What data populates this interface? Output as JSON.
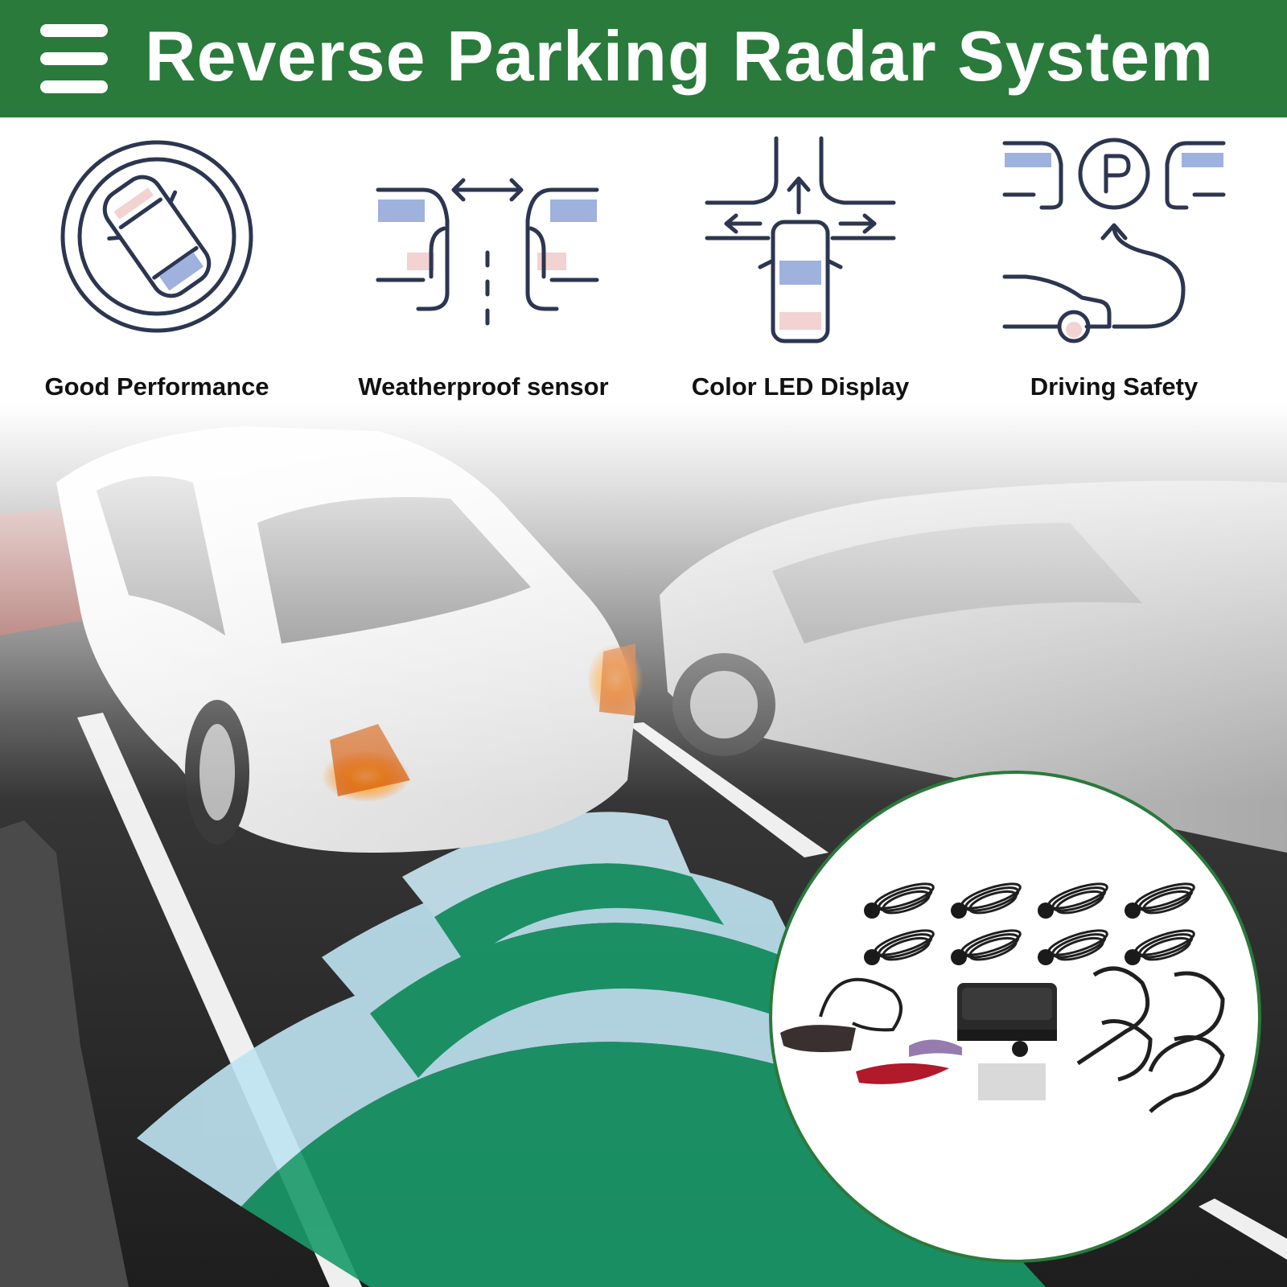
{
  "banner": {
    "title": "Reverse Parking Radar System",
    "background_color": "#2a7a3b",
    "menu_icon": "hamburger-menu-icon"
  },
  "features": [
    {
      "label": "Good Performance",
      "icon": "car-top-view-circle-icon"
    },
    {
      "label": "Weatherproof sensor",
      "icon": "two-cars-distance-icon"
    },
    {
      "label": "Color LED Display",
      "icon": "car-intersection-icon"
    },
    {
      "label": "Driving Safety",
      "icon": "parking-route-icon"
    }
  ],
  "colors": {
    "icon_stroke": "#2c3650",
    "icon_blue": "#9fb1dd",
    "icon_pink": "#f3d2d2",
    "radar_green": "#1a9a6a",
    "radar_blue": "#bfe4f2",
    "circle_border": "#2a7a3b"
  },
  "product_kit": {
    "sensor_count": 8
  }
}
